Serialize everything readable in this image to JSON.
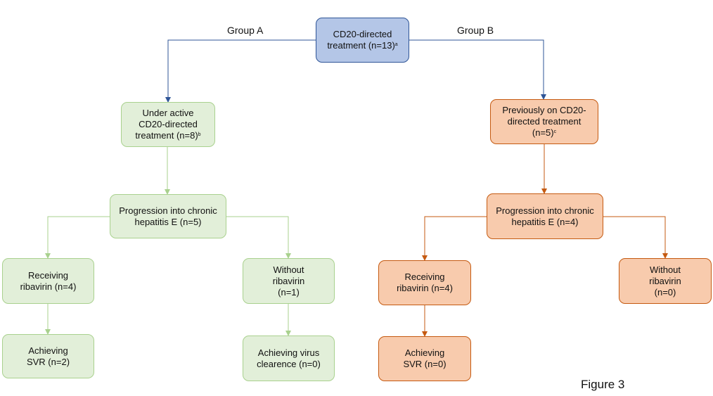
{
  "colors": {
    "root_fill": "#b4c6e7",
    "root_stroke": "#2f5597",
    "group_a_fill": "#e2efd9",
    "group_a_stroke": "#a9d18e",
    "group_b_fill": "#f8cbad",
    "group_b_stroke": "#c55a11"
  },
  "root": {
    "text": "CD20-directed treatment (n=13)",
    "sup": "a"
  },
  "group_a": {
    "label": "Group A",
    "active": {
      "text": "Under active CD20-directed treatment (n=8)",
      "sup": "b"
    },
    "progression": {
      "text": "Progression into chronic hepatitis E (n=5)"
    },
    "receiving": {
      "text": "Receiving ribavirin (n=4)"
    },
    "without": {
      "text": "Without ribavirin (n=1)"
    },
    "svr": {
      "text": "Achieving SVR (n=2)"
    },
    "clearance": {
      "text": "Achieving virus clearence (n=0)"
    }
  },
  "group_b": {
    "label": "Group B",
    "previous": {
      "text": "Previously on CD20-directed treatment (n=5)",
      "sup": "c"
    },
    "progression": {
      "text": "Progression into chronic hepatitis E (n=4)"
    },
    "receiving": {
      "text": "Receiving ribavirin (n=4)"
    },
    "without": {
      "text": "Without ribavirin (n=0)"
    },
    "svr": {
      "text": "Achieving SVR (n=0)"
    }
  },
  "figure_label": "Figure 3"
}
